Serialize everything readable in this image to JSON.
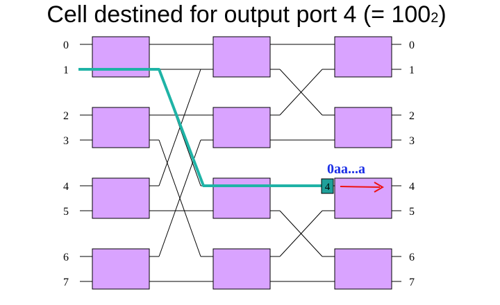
{
  "title": {
    "text": "Cell destined for output port 4 (= 100",
    "subscript": "2",
    "close": ")"
  },
  "input_ports": [
    "0",
    "1",
    "2",
    "3",
    "4",
    "5",
    "6",
    "7"
  ],
  "output_ports": [
    "0",
    "1",
    "2",
    "3",
    "4",
    "5",
    "6",
    "7"
  ],
  "cell": {
    "label": "4",
    "header_text": "0aa...a"
  },
  "colors": {
    "switch_fill": "#d9a3ff",
    "switch_border": "#000000",
    "path": "#1fb3a6",
    "cell_fill": "#1fa09a",
    "header": "#1a2ee6",
    "arrow": "#ee1111"
  },
  "icons": {
    "cell": "cell-box",
    "arrow": "right-arrow"
  }
}
